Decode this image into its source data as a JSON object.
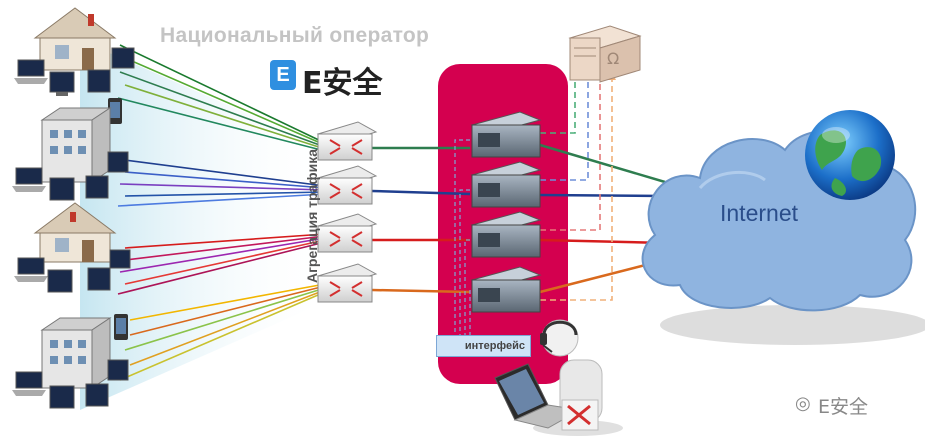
{
  "title": "Национальный оператор",
  "logo": {
    "badge": "E",
    "text": "E安全"
  },
  "aggregation_label": "Агрегация трафика",
  "interface_label": "интерфейс",
  "internet_label": "Internet",
  "watermark": {
    "icon": "wechat-icon",
    "text": "E安全"
  },
  "colors": {
    "pink_panel": "#d4004f",
    "link_green": "#2e7d4f",
    "link_blue": "#1f3f8f",
    "link_red": "#d61c1c",
    "link_orange": "#d9691d",
    "cloud": "#8fb4e0"
  }
}
